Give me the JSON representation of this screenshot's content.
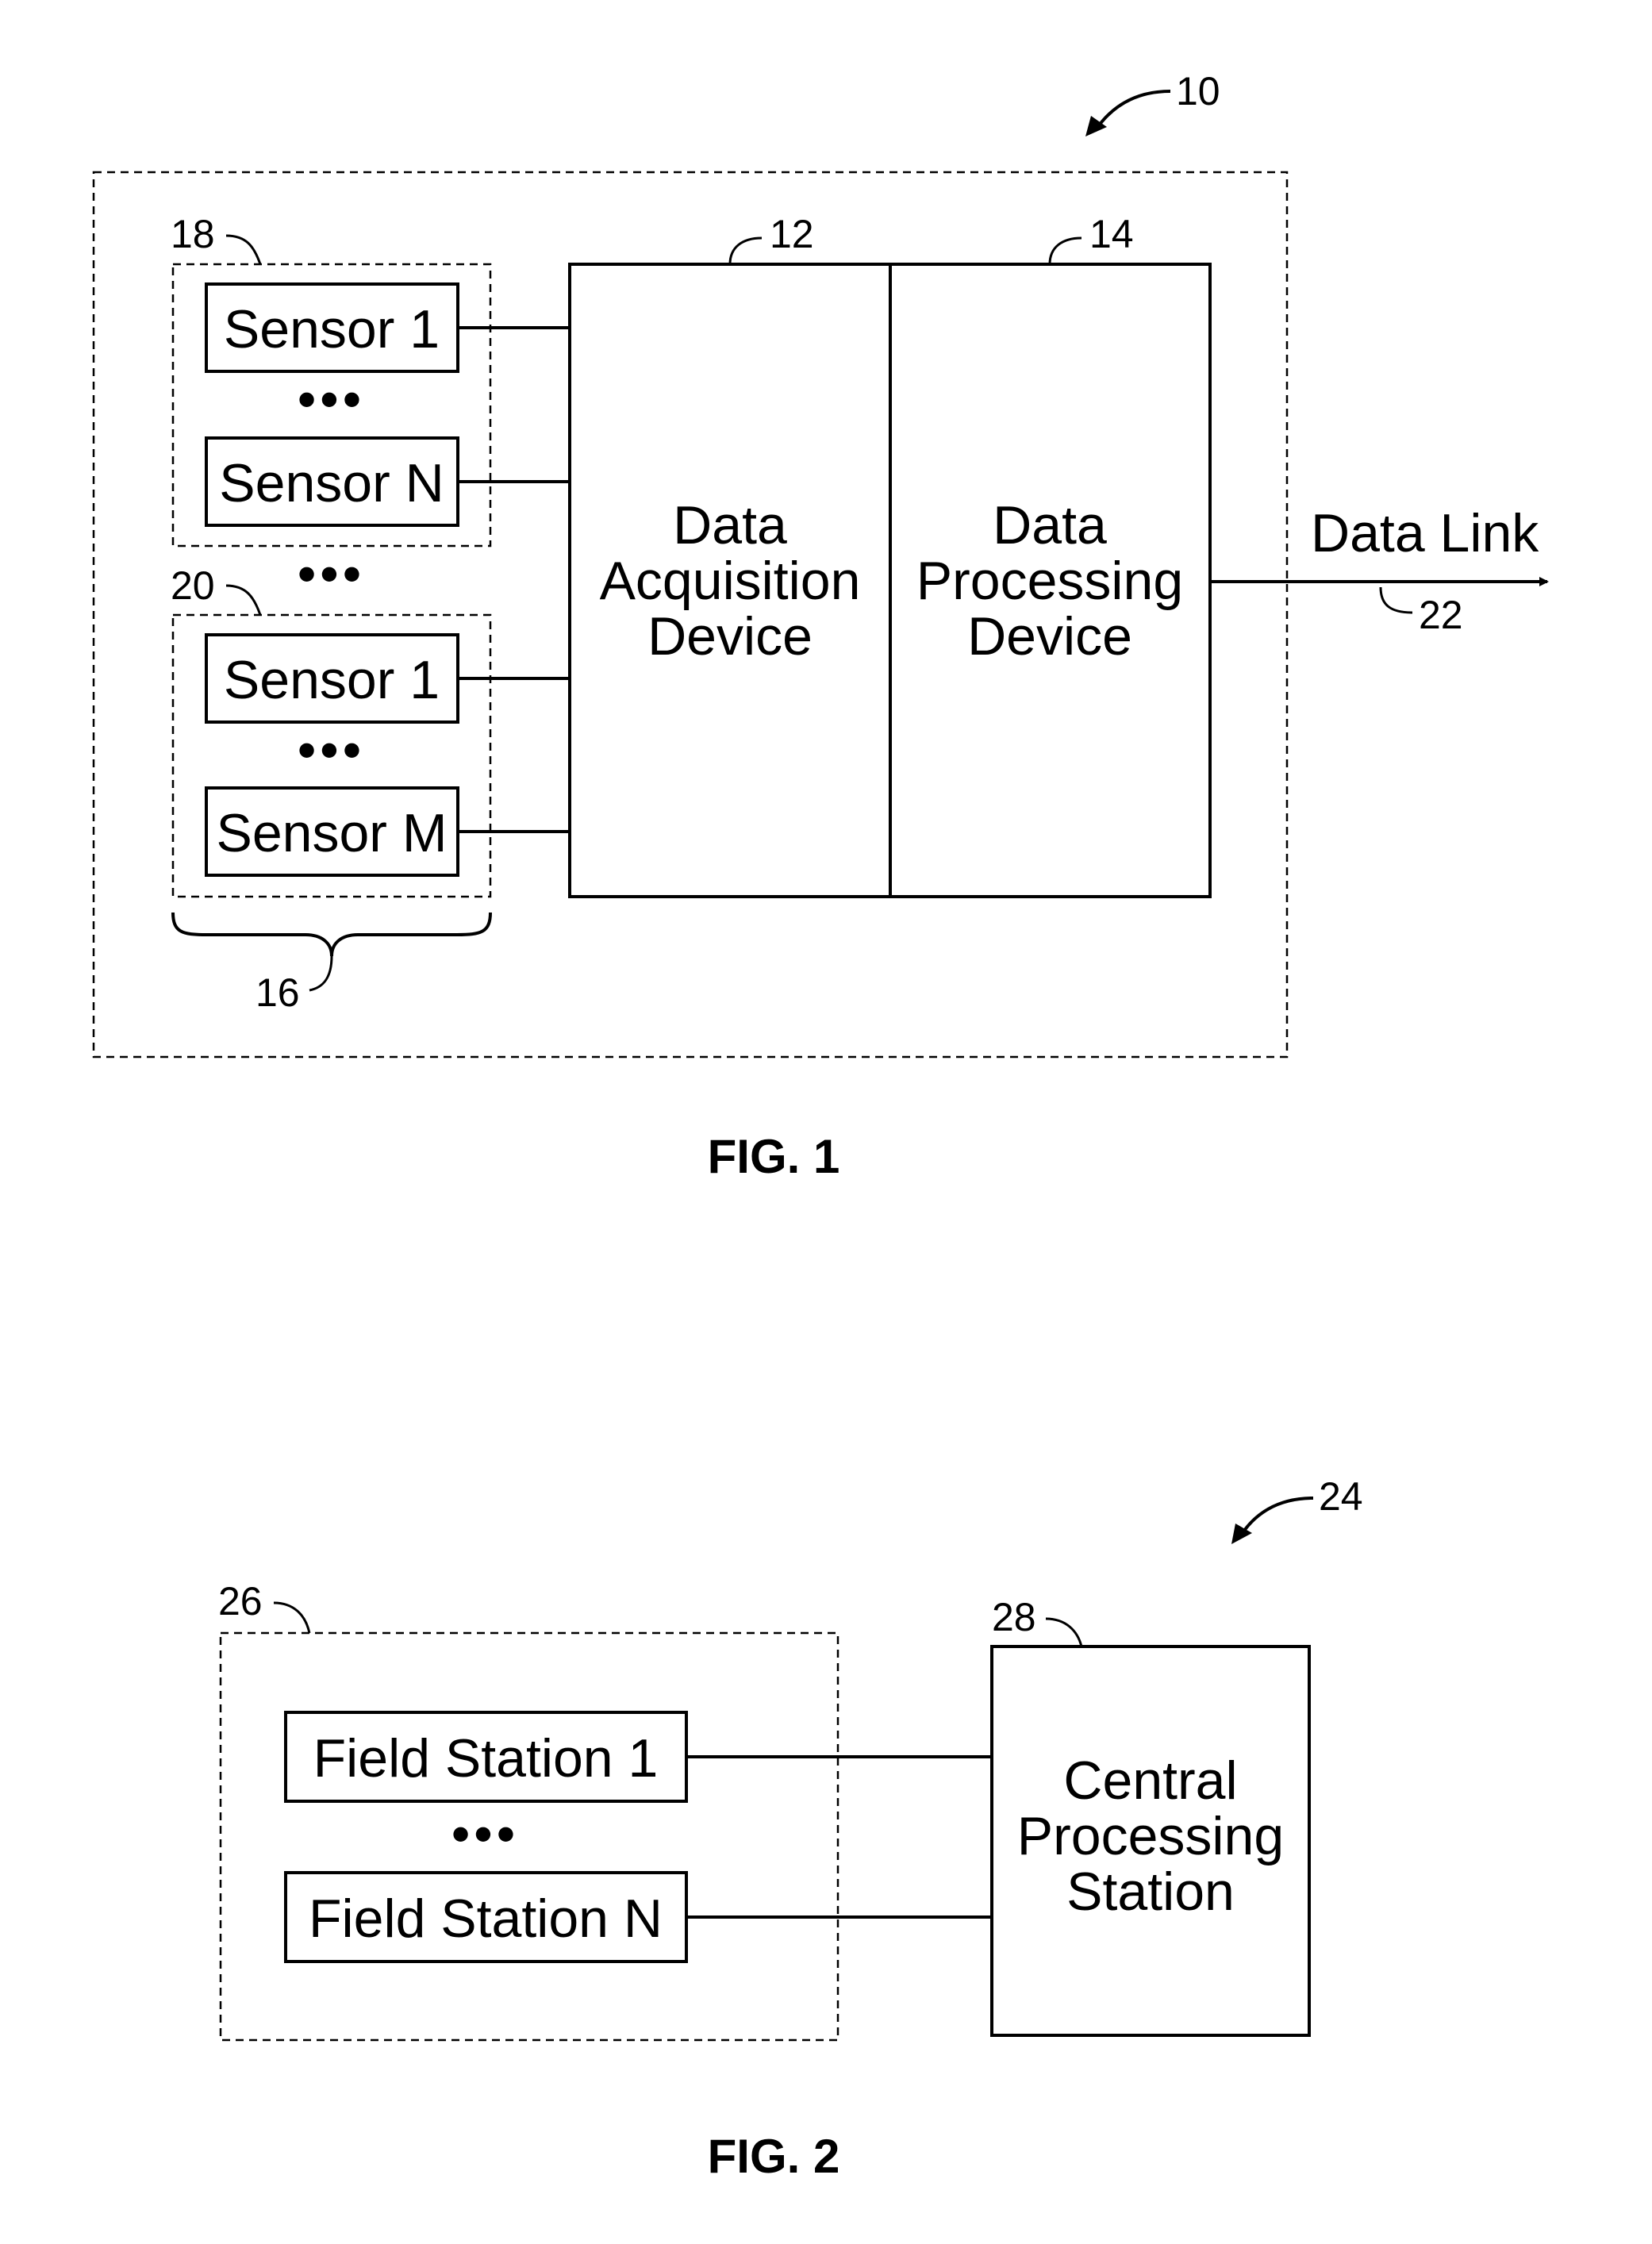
{
  "fig1": {
    "caption": "FIG. 1",
    "ref_system": "10",
    "ref_acquisition": "12",
    "ref_processing": "14",
    "ref_sensor_groups": "16",
    "ref_group_a": "18",
    "ref_group_b": "20",
    "ref_data_link": "22",
    "sensor_a_first": "Sensor 1",
    "sensor_a_last": "Sensor N",
    "sensor_b_first": "Sensor 1",
    "sensor_b_last": "Sensor M",
    "ellipsis": "•••",
    "acquisition_label": [
      "Data",
      "Acquisition",
      "Device"
    ],
    "processing_label": [
      "Data",
      "Processing",
      "Device"
    ],
    "data_link_label": "Data Link"
  },
  "fig2": {
    "caption": "FIG. 2",
    "ref_system": "24",
    "ref_field_group": "26",
    "ref_central": "28",
    "field_first": "Field Station 1",
    "field_last": "Field Station N",
    "ellipsis": "•••",
    "central_label": [
      "Central",
      "Processing",
      "Station"
    ]
  }
}
